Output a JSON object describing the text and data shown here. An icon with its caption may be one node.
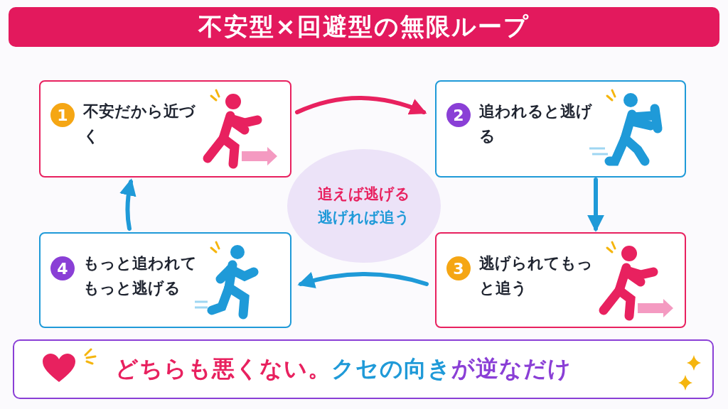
{
  "diagram": {
    "title": "不安型×回避型の無限ループ",
    "nodes": [
      {
        "text": [
          "1",
          "不安だから近づく"
        ]
      },
      {
        "text": [
          "2",
          "追われると逃げる"
        ]
      },
      {
        "text": [
          "3",
          "逃げられてもっと追う"
        ]
      },
      {
        "text": [
          "4",
          "もっと追われてもっと逃げる"
        ]
      },
      {
        "text": [
          "追えば逃げる",
          "逃げれば追う"
        ]
      },
      {
        "text": [
          "どちらも悪くない。",
          "クセの向き",
          "が逆なだけ"
        ]
      }
    ],
    "edges": [
      {
        "from": 0,
        "to": 1,
        "arrow": "to",
        "color": "#e8215f"
      },
      {
        "from": 1,
        "to": 2,
        "arrow": "to"
      },
      {
        "from": 2,
        "to": 3,
        "arrow": "to"
      },
      {
        "from": 3,
        "to": 0,
        "arrow": "to"
      }
    ]
  }
}
